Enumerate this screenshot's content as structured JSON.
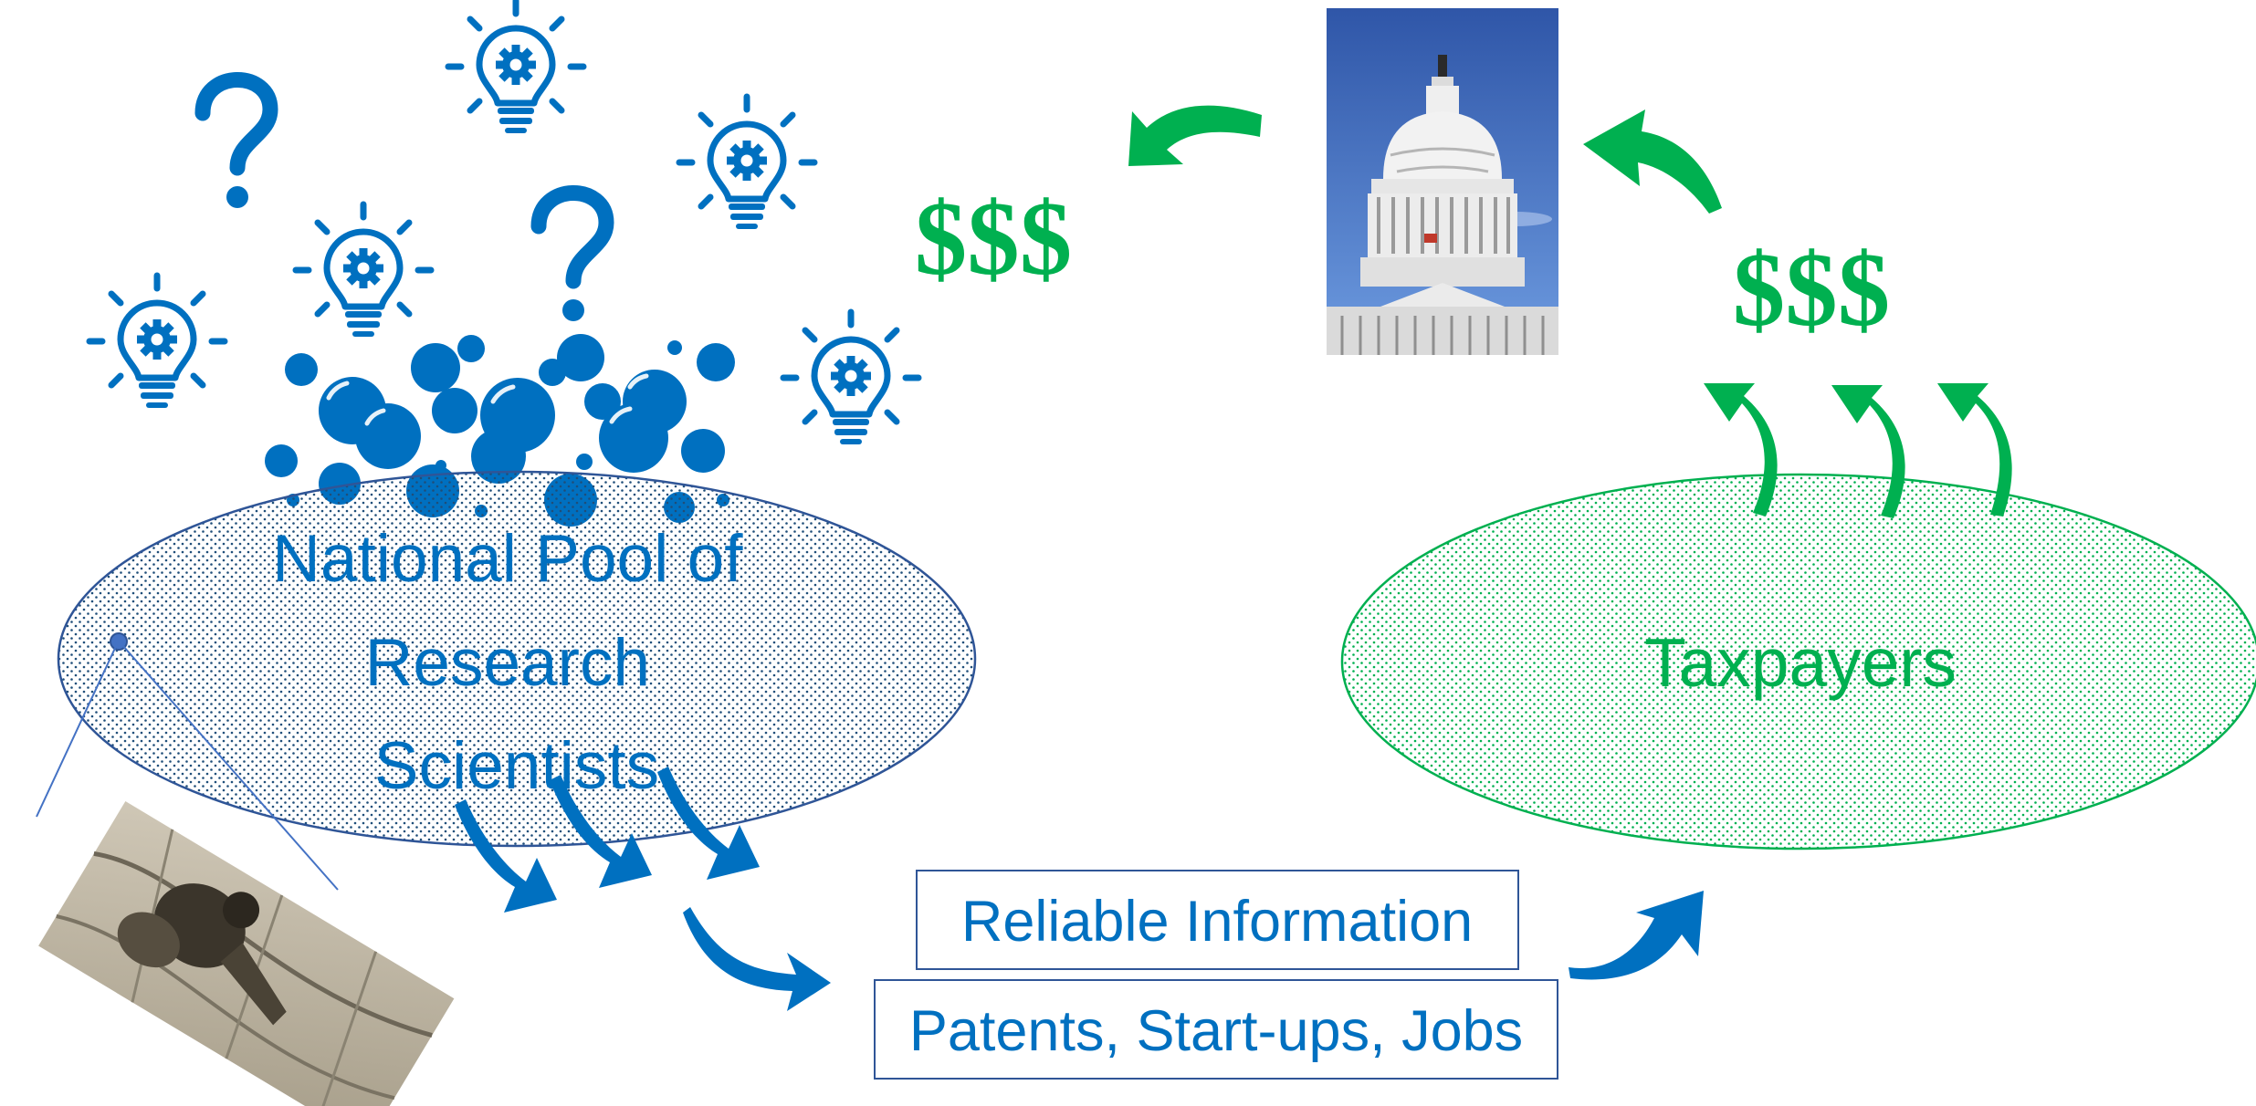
{
  "pools": {
    "scientists": {
      "label_lines": [
        "National Pool of",
        "Research",
        "Scientists"
      ],
      "color": "#0070C0",
      "border": "#2F5597"
    },
    "taxpayers": {
      "label": "Taxpayers",
      "color": "#00B050"
    }
  },
  "money": {
    "left": "$$$",
    "right": "$$$",
    "color": "#00B050"
  },
  "outputs": {
    "info": "Reliable Information",
    "patents": "Patents, Start-ups, Jobs",
    "color": "#0070C0"
  },
  "images": {
    "capitol": "capitol-dome-photo",
    "climber": "rock-climber-photo"
  },
  "icons": [
    "lightbulb-gear-icon",
    "question-mark-icon",
    "bubbles-icon",
    "curved-arrow-icon"
  ],
  "colors": {
    "blue": "#0070C0",
    "green": "#00B050",
    "sky": "#3A66B8"
  }
}
